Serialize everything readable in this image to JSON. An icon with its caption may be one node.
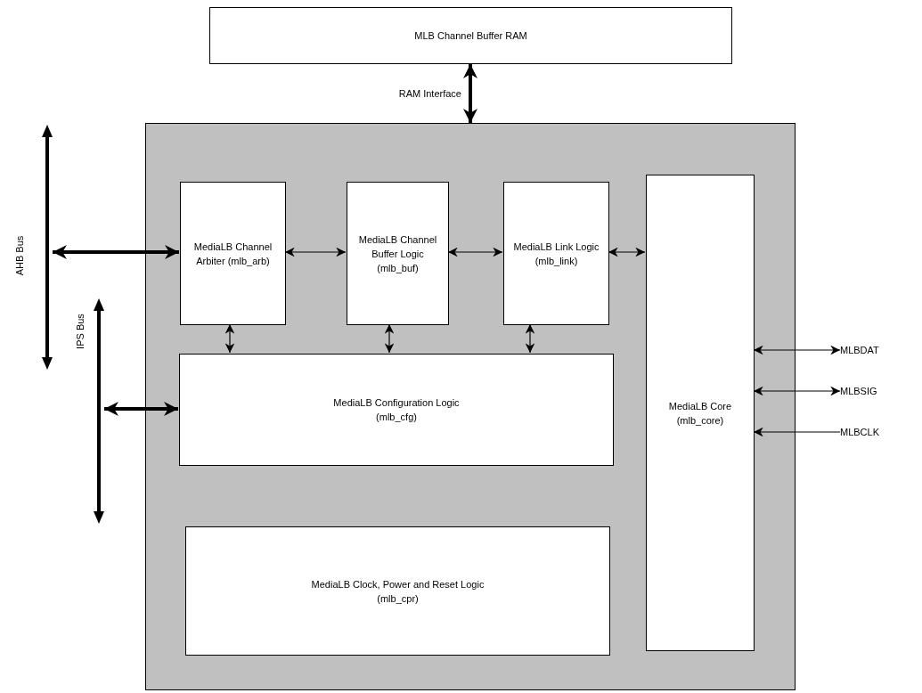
{
  "diagram": {
    "nodes": [
      {
        "text": [
          "MLB Channel Buffer RAM"
        ]
      },
      {
        "text": [],
        "shape": "box"
      },
      {
        "text": [
          "MediaLB Channel Arbiter (mlb_arb)"
        ],
        "in": 1
      },
      {
        "text": [
          "MediaLB Channel Buffer Logic (mlb_buf)"
        ],
        "in": 1
      },
      {
        "text": [
          "MediaLB Link Logic (mlb_link)"
        ],
        "in": 1
      },
      {
        "text": [
          "MediaLB Core (mlb_core)"
        ],
        "in": 1
      },
      {
        "text": [
          "MediaLB Configuration Logic",
          "(mlb_cfg)"
        ],
        "in": 1
      },
      {
        "text": [
          "MediaLB Clock, Power and Reset Logic",
          "(mlb_cpr)"
        ],
        "in": 1
      },
      {
        "text": [],
        "shape": "bar",
        "beside": [
          "AHB Bus"
        ]
      },
      {
        "text": [],
        "shape": "bar",
        "beside": [
          "IPS Bus"
        ]
      },
      {
        "text": [
          "MLBDAT"
        ]
      },
      {
        "text": [
          "MLBSIG"
        ]
      },
      {
        "text": [
          "MLBCLK"
        ]
      }
    ],
    "edges": [
      {
        "from": 0,
        "to": 1,
        "arrow": "both",
        "label": "RAM Interface",
        "style": "thick"
      },
      {
        "from": 8,
        "to": 2,
        "arrow": "both",
        "style": "thick"
      },
      {
        "from": 2,
        "to": 3,
        "arrow": "both"
      },
      {
        "from": 3,
        "to": 4,
        "arrow": "both"
      },
      {
        "from": 4,
        "to": 5,
        "arrow": "both"
      },
      {
        "from": 2,
        "to": 6,
        "arrow": "both"
      },
      {
        "from": 3,
        "to": 6,
        "arrow": "both"
      },
      {
        "from": 4,
        "to": 6,
        "arrow": "both"
      },
      {
        "from": 9,
        "to": 6,
        "arrow": "both",
        "style": "thick"
      },
      {
        "from": 5,
        "to": 10,
        "arrow": "both"
      },
      {
        "from": 5,
        "to": 11,
        "arrow": "both"
      },
      {
        "from": 12,
        "to": 5,
        "arrow": "to"
      }
    ]
  }
}
